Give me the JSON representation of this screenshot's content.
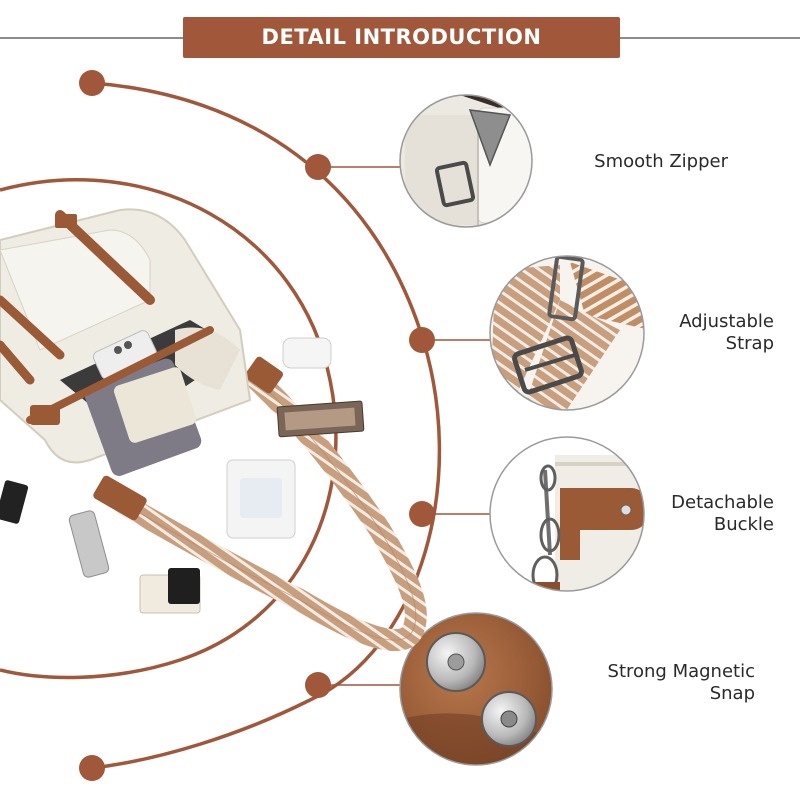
{
  "header": {
    "title": "DETAIL INTRODUCTION"
  },
  "features": [
    {
      "label": "Smooth Zipper",
      "icon": "zipper-pull-icon"
    },
    {
      "label": "Adjustable\nStrap",
      "icon": "strap-slider-icon"
    },
    {
      "label": "Detachable\nBuckle",
      "icon": "buckle-clip-icon"
    },
    {
      "label": "Strong Magnetic\nSnap",
      "icon": "magnetic-snap-icon"
    }
  ],
  "colors": {
    "accent": "#a0573a",
    "accent_dark": "#8a4a2f",
    "bag_body": "#efece4",
    "leather": "#9a5a35",
    "strap_stripe": "#c79f7e",
    "text": "#2a2a2a",
    "rule": "#8c8c8c"
  }
}
